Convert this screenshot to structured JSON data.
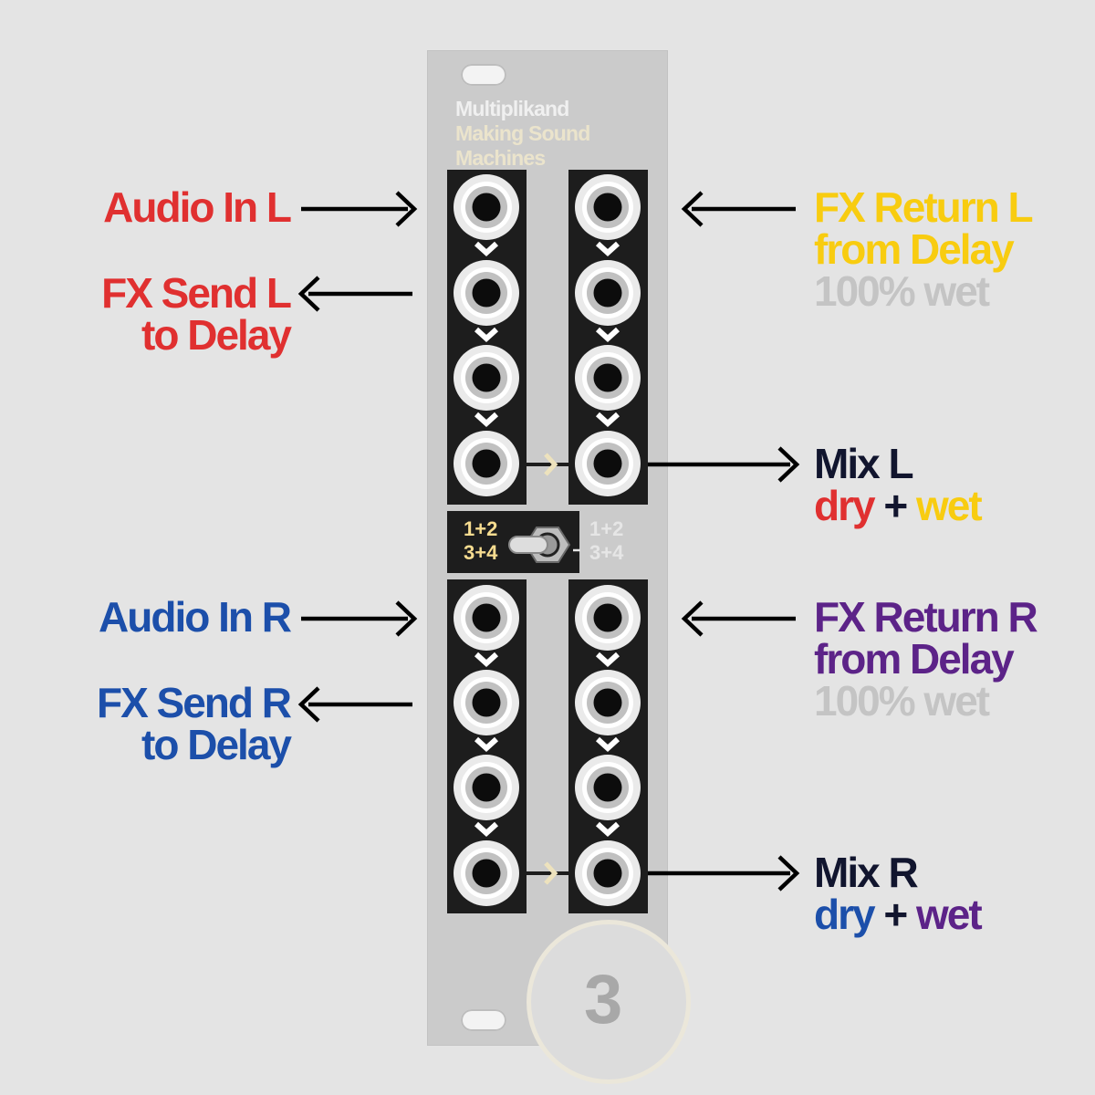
{
  "colors": {
    "red": "#e03030",
    "yellow": "#f8cc10",
    "gray": "#c4c4c4",
    "blue": "#1c4faa",
    "purple": "#5c2388",
    "navy": "#11152e",
    "brand_white": "#f0f0f0",
    "brand_cream": "#ebe4cc",
    "switch_active": "#f6dc90",
    "switch_inactive": "#e6e6e6"
  },
  "module": {
    "brand_line1": "Multiplikand",
    "brand_line2": "Making Sound",
    "brand_line3": "Machines",
    "number": "3"
  },
  "switch": {
    "left_top": "1+2",
    "left_bottom": "3+4",
    "right_top": "1+2",
    "right_bottom": "3+4"
  },
  "labels": {
    "audio_in_l": "Audio In L",
    "fx_send_l_1": "FX Send L",
    "fx_send_l_2": "to Delay",
    "fx_return_l_1": "FX Return L",
    "fx_return_l_2": "from Delay",
    "fx_return_l_3": "100% wet",
    "mix_l": "Mix L",
    "mix_l_dry": "dry",
    "mix_l_plus": "+",
    "mix_l_wet": "wet",
    "audio_in_r": "Audio In R",
    "fx_send_r_1": "FX Send R",
    "fx_send_r_2": "to Delay",
    "fx_return_r_1": "FX Return R",
    "fx_return_r_2": "from Delay",
    "fx_return_r_3": "100% wet",
    "mix_r": "Mix R",
    "mix_r_dry": "dry",
    "mix_r_plus": "+",
    "mix_r_wet": "wet"
  }
}
